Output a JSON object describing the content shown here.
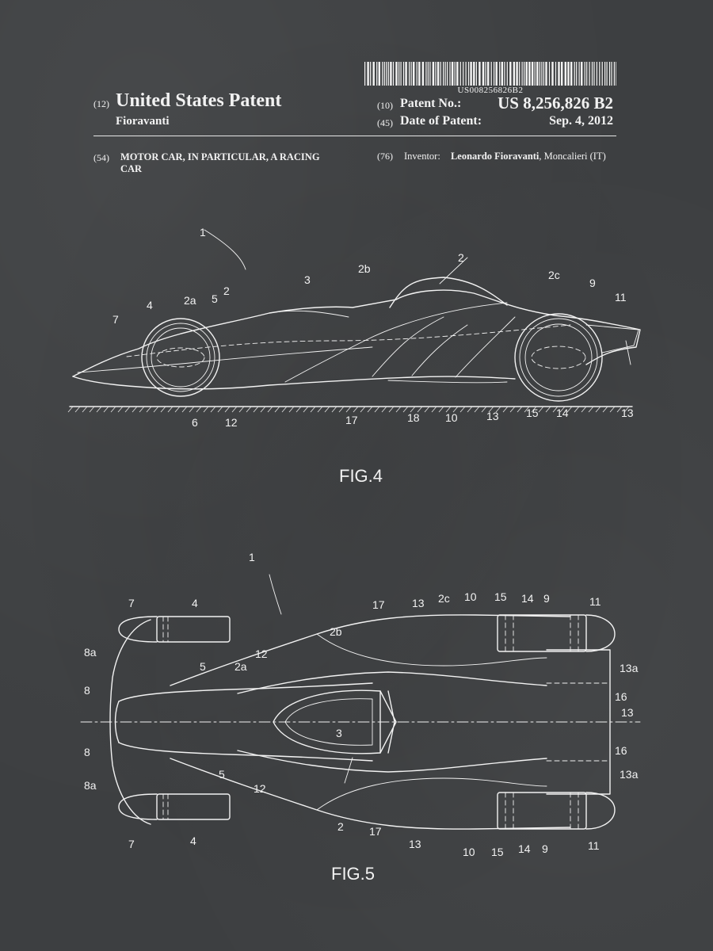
{
  "header": {
    "barcode_number": "US008256826B2",
    "doc_kind_code": "(12)",
    "doc_kind": "United States Patent",
    "inventor_surname": "Fioravanti",
    "patent_no_code": "(10)",
    "patent_no_label": "Patent No.:",
    "patent_no": "US 8,256,826 B2",
    "date_code": "(45)",
    "date_label": "Date of Patent:",
    "date": "Sep. 4, 2012"
  },
  "title_block": {
    "code": "(54)",
    "title_line1": "MOTOR CAR, IN PARTICULAR, A RACING",
    "title_line2": "CAR"
  },
  "inventor_block": {
    "code": "(76)",
    "label": "Inventor:",
    "name": "Leonardo Fioravanti",
    "location": ", Moncalieri (IT)"
  },
  "figures": {
    "fig4": {
      "caption": "FIG.4",
      "labels": {
        "l1": "1",
        "l2_top": "2",
        "l2b": "2b",
        "l3": "3",
        "l2c": "2c",
        "l9": "9",
        "l11": "11",
        "l4": "4",
        "l2a": "2a",
        "l5": "5",
        "l2_mid": "2",
        "l7": "7",
        "l6": "6",
        "l12": "12",
        "l17": "17",
        "l18": "18",
        "l10": "10",
        "l13": "13",
        "l15": "15",
        "l14": "14",
        "l13_right": "13"
      }
    },
    "fig5": {
      "caption": "FIG.5",
      "labels": {
        "l1": "1",
        "l7_top": "7",
        "l4_top": "4",
        "l2b": "2b",
        "l17_top": "17",
        "l13_top": "13",
        "l2c": "2c",
        "l10_top": "10",
        "l15_top": "15",
        "l14_top": "14",
        "l9_top": "9",
        "l11_top": "11",
        "l8a_top": "8a",
        "l5_top": "5",
        "l2a": "2a",
        "l12_top": "12",
        "l13a_top": "13a",
        "l8_top": "8",
        "l16_top": "16",
        "l13_right": "13",
        "l3": "3",
        "l8_bottom": "8",
        "l16_bottom": "16",
        "l13a_bottom": "13a",
        "l5_bottom": "5",
        "l12_bottom": "12",
        "l8a_bottom": "8a",
        "l2_bottom": "2",
        "l17_bottom": "17",
        "l13_bottom": "13",
        "l7_bottom": "7",
        "l4_bottom": "4",
        "l10_bottom": "10",
        "l15_bottom": "15",
        "l14_bottom": "14",
        "l9_bottom": "9",
        "l11_bottom": "11"
      }
    }
  }
}
